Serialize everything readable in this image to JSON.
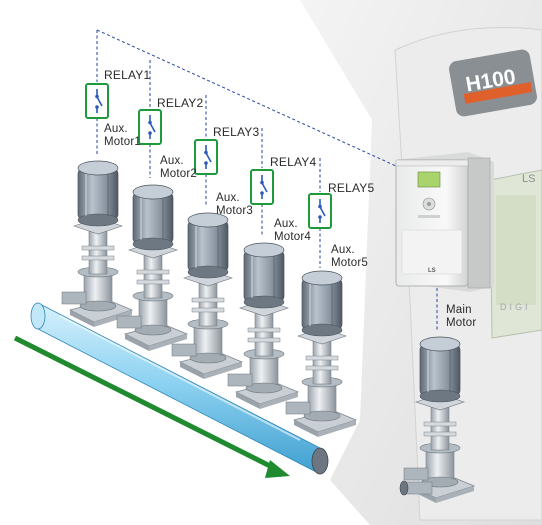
{
  "background": {
    "panel_brand": "H100",
    "panel_logo": "LS",
    "panel_digits": "DIGI"
  },
  "inverter": {
    "logo": "LS"
  },
  "relays": [
    {
      "label": "RELAY1",
      "aux_line1": "Aux.",
      "aux_line2": "Motor1"
    },
    {
      "label": "RELAY2",
      "aux_line1": "Aux.",
      "aux_line2": "Motor2"
    },
    {
      "label": "RELAY3",
      "aux_line1": "Aux.",
      "aux_line2": "Motor3"
    },
    {
      "label": "RELAY4",
      "aux_line1": "Aux.",
      "aux_line2": "Motor4"
    },
    {
      "label": "RELAY5",
      "aux_line1": "Aux.",
      "aux_line2": "Motor5"
    }
  ],
  "main_motor": {
    "line1": "Main",
    "line2": "Motor"
  },
  "colors": {
    "relay_border": "#1e9a3a",
    "relay_switch": "#2a5bb8",
    "wire": "#3a56a8",
    "flow_arrow": "#1f8a2e",
    "pipe": "#8fd3f2",
    "pump_body": "#8f9aa5",
    "accent": "#e0602c"
  }
}
